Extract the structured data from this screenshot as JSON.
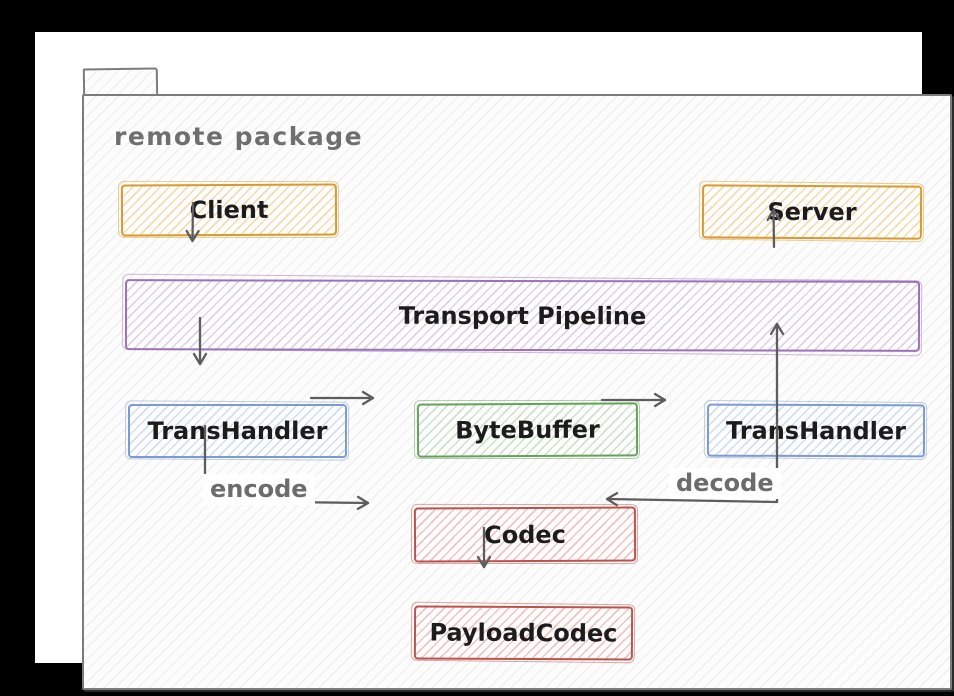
{
  "package": {
    "label": "remote package"
  },
  "nodes": {
    "client": {
      "label": "Client",
      "color": "#d99a2b"
    },
    "server": {
      "label": "Server",
      "color": "#d99a2b"
    },
    "transport_pipeline": {
      "label": "Transport Pipeline",
      "color": "#9b72b5"
    },
    "trans_handler_left": {
      "label": "TransHandler",
      "color": "#7b9bd2"
    },
    "byte_buffer": {
      "label": "ByteBuffer",
      "color": "#66a159"
    },
    "trans_handler_right": {
      "label": "TransHandler",
      "color": "#7b9bd2"
    },
    "codec": {
      "label": "Codec",
      "color": "#bd524c"
    },
    "payload_codec": {
      "label": "PayloadCodec",
      "color": "#bd524c"
    }
  },
  "edges": [
    {
      "from": "Client",
      "to": "Transport Pipeline",
      "label": ""
    },
    {
      "from": "Transport Pipeline",
      "to": "TransHandler (left)",
      "label": ""
    },
    {
      "from": "TransHandler (left)",
      "to": "ByteBuffer",
      "label": ""
    },
    {
      "from": "ByteBuffer",
      "to": "TransHandler (right)",
      "label": ""
    },
    {
      "from": "TransHandler (right)",
      "to": "Transport Pipeline",
      "label": ""
    },
    {
      "from": "Transport Pipeline",
      "to": "Server",
      "label": ""
    },
    {
      "from": "TransHandler (left)",
      "to": "Codec",
      "label": "encode"
    },
    {
      "from": "TransHandler (right)",
      "to": "Codec",
      "label": "decode"
    },
    {
      "from": "Codec",
      "to": "PayloadCodec",
      "label": ""
    }
  ],
  "style": {
    "edge_color": "#5d5d5d",
    "package_border_color": "#7c7c7c",
    "label_text_color": "#6c6c6c"
  }
}
